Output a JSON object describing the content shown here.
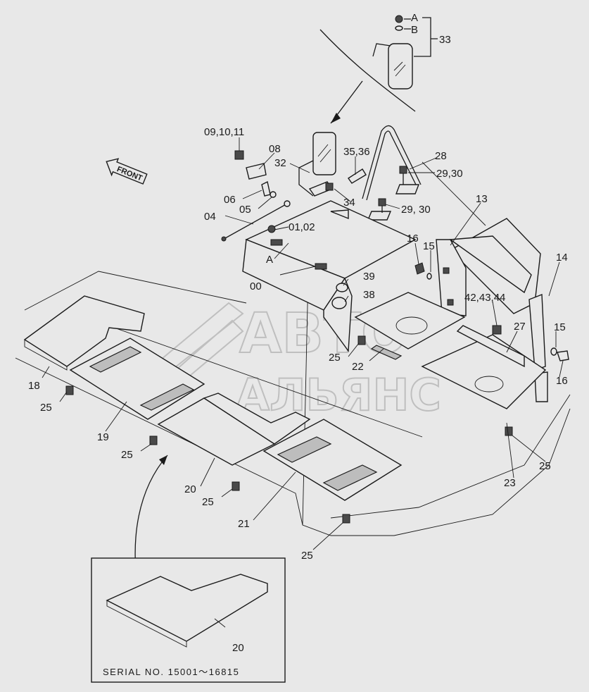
{
  "diagram": {
    "labels": {
      "l_A_top": "A",
      "l_B_top": "B",
      "l_33": "33",
      "l_091011": "09,10,11",
      "l_08": "08",
      "l_32": "32",
      "l_3536": "35,36",
      "l_28": "28",
      "l_2930a": "29,30",
      "l_2930b": "29, 30",
      "l_06": "06",
      "l_05": "05",
      "l_04": "04",
      "l_34": "34",
      "l_0102": "01,02",
      "l_A_mid": "A",
      "l_00": "00",
      "l_13": "13",
      "l_16a": "16",
      "l_15a": "15",
      "l_39": "39",
      "l_38": "38",
      "l_424344": "42,43,44",
      "l_14": "14",
      "l_27": "27",
      "l_15b": "15",
      "l_16b": "16",
      "l_25a": "25",
      "l_22": "22",
      "l_18": "18",
      "l_25b": "25",
      "l_19": "19",
      "l_25c": "25",
      "l_20a": "20",
      "l_25d": "25",
      "l_21": "21",
      "l_25e": "25",
      "l_23": "23",
      "l_25f": "25",
      "l_20b": "20"
    },
    "front_marker": "FRONT",
    "serial_caption": "SERIAL  NO.  15001～16815",
    "watermark_line1": "АВТО",
    "watermark_line2": "АЛЬЯНС"
  }
}
